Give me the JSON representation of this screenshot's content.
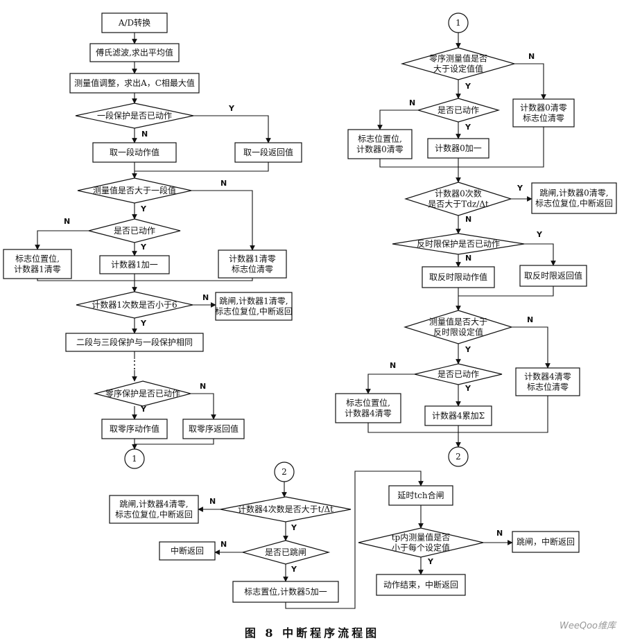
{
  "caption": "图 8   中断程序流程图",
  "watermark": "WeeQoo维库",
  "nodes": [
    {
      "id": "ad",
      "text": "A/D转换"
    },
    {
      "id": "fs",
      "text": "傅氏滤波,求出平均值"
    },
    {
      "id": "adj",
      "text": "测量值调整，求出A，C相最大值"
    },
    {
      "id": "d1",
      "text": "一段保护是否已动作"
    },
    {
      "id": "a1",
      "text": "取一段动作值"
    },
    {
      "id": "r1",
      "text": "取一段返回值"
    },
    {
      "id": "d2",
      "text": "测量值是否大于一段值"
    },
    {
      "id": "d3",
      "text": "是否已动作"
    },
    {
      "id": "p1",
      "lines": [
        "标志位置位,",
        "计数器1清零"
      ]
    },
    {
      "id": "c1",
      "text": "计数器1加一"
    },
    {
      "id": "c1z",
      "lines": [
        "计数器1清零",
        "标志位清零"
      ]
    },
    {
      "id": "d4",
      "text": "计数器1次数是否小于6"
    },
    {
      "id": "t1",
      "lines": [
        "跳闸,计数器1清零,",
        "标志位复位,中断返回"
      ]
    },
    {
      "id": "s23",
      "text": "二段与三段保护与一段保护相同"
    },
    {
      "id": "dots",
      "text": "⋮"
    },
    {
      "id": "d5",
      "text": "零序保护是否已动作"
    },
    {
      "id": "a0",
      "text": "取零序动作值"
    },
    {
      "id": "r0",
      "text": "取零序返回值"
    },
    {
      "id": "cn1a",
      "text": "1"
    },
    {
      "id": "cn1b",
      "text": "1"
    },
    {
      "id": "e1",
      "lines": [
        "零序测量值是否",
        "大于设定值值"
      ]
    },
    {
      "id": "e2",
      "text": "是否已动作"
    },
    {
      "id": "p0",
      "lines": [
        "标志位置位,",
        "计数器0清零"
      ]
    },
    {
      "id": "c0",
      "text": "计数器0加一"
    },
    {
      "id": "c0z",
      "lines": [
        "计数器0清零",
        "标志位清零"
      ]
    },
    {
      "id": "e3",
      "lines": [
        "计数器0次数",
        "是否大于Tdz/Δt"
      ]
    },
    {
      "id": "t0",
      "lines": [
        "跳闸,计数器0清零,",
        "标志位复位,中断返回"
      ]
    },
    {
      "id": "e4",
      "text": "反时限保护是否已动作"
    },
    {
      "id": "ia",
      "text": "取反时限动作值"
    },
    {
      "id": "ir",
      "text": "取反时限返回值"
    },
    {
      "id": "e5",
      "lines": [
        "测量值是否大于",
        "反时限设定值"
      ]
    },
    {
      "id": "e6",
      "text": "是否已动作"
    },
    {
      "id": "p4",
      "lines": [
        "标志位置位,",
        "计数器4清零"
      ]
    },
    {
      "id": "c4",
      "text": "计数器4累加Σ"
    },
    {
      "id": "c4z",
      "lines": [
        "计数器4清零",
        "标志位清零"
      ]
    },
    {
      "id": "cn2a",
      "text": "2"
    },
    {
      "id": "cn2b",
      "text": "2"
    },
    {
      "id": "f1",
      "text": "计数器4次数是否大于t/Δt"
    },
    {
      "id": "t4",
      "lines": [
        "跳闸,计数器4清零,",
        "标志位复位,中断返回"
      ]
    },
    {
      "id": "f2",
      "text": "是否已跳闸"
    },
    {
      "id": "ret",
      "text": "中断返回"
    },
    {
      "id": "c5",
      "text": "标志置位,计数器5加一"
    },
    {
      "id": "g1",
      "text": "延时tch合闸"
    },
    {
      "id": "g2",
      "lines": [
        "tp内测量值是否",
        "小于每个设定值"
      ]
    },
    {
      "id": "tz",
      "text": "跳闸，中断返回"
    },
    {
      "id": "end",
      "text": "动作结束，中断返回"
    }
  ],
  "branch_labels": [
    {
      "id": "b_d1_y",
      "text": "Y"
    },
    {
      "id": "b_d1_n",
      "text": "N"
    },
    {
      "id": "b_d2_y",
      "text": "Y"
    },
    {
      "id": "b_d2_n",
      "text": "N"
    },
    {
      "id": "b_d3_y",
      "text": "Y"
    },
    {
      "id": "b_d3_n",
      "text": "N"
    },
    {
      "id": "b_d4_y",
      "text": "Y"
    },
    {
      "id": "b_d4_n",
      "text": "N"
    },
    {
      "id": "b_d5_y",
      "text": "Y"
    },
    {
      "id": "b_d5_n",
      "text": "N"
    },
    {
      "id": "b_e1_y",
      "text": "Y"
    },
    {
      "id": "b_e1_n",
      "text": "N"
    },
    {
      "id": "b_e2_y",
      "text": "Y"
    },
    {
      "id": "b_e2_n",
      "text": "N"
    },
    {
      "id": "b_e3_y",
      "text": "Y"
    },
    {
      "id": "b_e3_n",
      "text": "N"
    },
    {
      "id": "b_e4_y",
      "text": "Y"
    },
    {
      "id": "b_e4_n",
      "text": "N"
    },
    {
      "id": "b_e5_y",
      "text": "Y"
    },
    {
      "id": "b_e5_n",
      "text": "N"
    },
    {
      "id": "b_e6_y",
      "text": "Y"
    },
    {
      "id": "b_e6_n",
      "text": "N"
    },
    {
      "id": "b_f1_y",
      "text": "Y"
    },
    {
      "id": "b_f1_n",
      "text": "N"
    },
    {
      "id": "b_f2_y",
      "text": "Y"
    },
    {
      "id": "b_f2_n",
      "text": "N"
    },
    {
      "id": "b_g2_y",
      "text": "Y"
    },
    {
      "id": "b_g2_n",
      "text": "N"
    }
  ]
}
